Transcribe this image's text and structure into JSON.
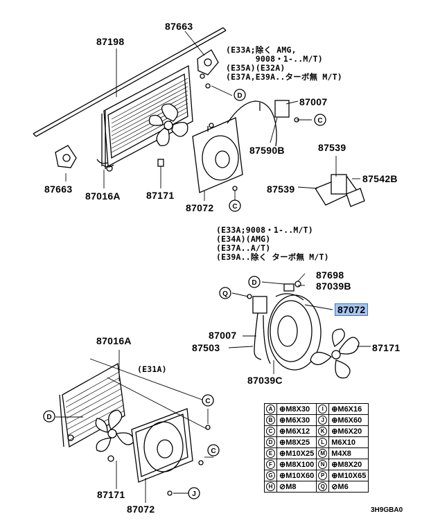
{
  "parts": {
    "p87663_top": "87663",
    "p87198": "87198",
    "p87007_top": "87007",
    "p87590B": "87590B",
    "p87539_right": "87539",
    "p87542B": "87542B",
    "p87539_left": "87539",
    "p87663_left": "87663",
    "p87016A_top": "87016A",
    "p87171_top": "87171",
    "p87072_top": "87072",
    "p87698": "87698",
    "p87039B": "87039B",
    "p87072_hl": "87072",
    "p87007_mid": "87007",
    "p87503": "87503",
    "p87171_mid": "87171",
    "p87039C": "87039C",
    "p87016A_bottom": "87016A",
    "p87171_bottom": "87171",
    "p87072_bottom": "87072"
  },
  "notes": {
    "top": "(E33A;除く AMG,\n      9008・1-..M/T)\n(E35A)(E32A)\n(E37A,E39A..ターボ無 M/T)",
    "mid": "(E33A;9008・1-..M/T)\n(E34A)(AMG)\n(E37A..A/T)\n(E39A..除く ターボ無 M/T)",
    "e31a": "(E31A)"
  },
  "callouts": {
    "c": "C",
    "d": "D",
    "q": "Q",
    "j": "J"
  },
  "bolt_table": [
    {
      "k1": "A",
      "v1": "⊕M8X30",
      "k2": "I",
      "v2": "⊕M6X16"
    },
    {
      "k1": "B",
      "v1": "⊕M6X30",
      "k2": "J",
      "v2": "⊕M6X60"
    },
    {
      "k1": "C",
      "v1": "⊕M6X12",
      "k2": "K",
      "v2": "⊕M6X20"
    },
    {
      "k1": "D",
      "v1": "⊕M8X25",
      "k2": "L",
      "v2": "M6X10"
    },
    {
      "k1": "E",
      "v1": "⊕M10X25",
      "k2": "M",
      "v2": "M4X8"
    },
    {
      "k1": "F",
      "v1": "⊕M8X100",
      "k2": "N",
      "v2": "⊕M8X20"
    },
    {
      "k1": "G",
      "v1": "⊕M10X60",
      "k2": "P",
      "v2": "⊕M10X65"
    },
    {
      "k1": "H",
      "v1": "⊘M8",
      "k2": "Q",
      "v2": "⊘M6"
    }
  ],
  "diagram_code": "3H9GBA0",
  "highlight_color": "#a9c6ee"
}
